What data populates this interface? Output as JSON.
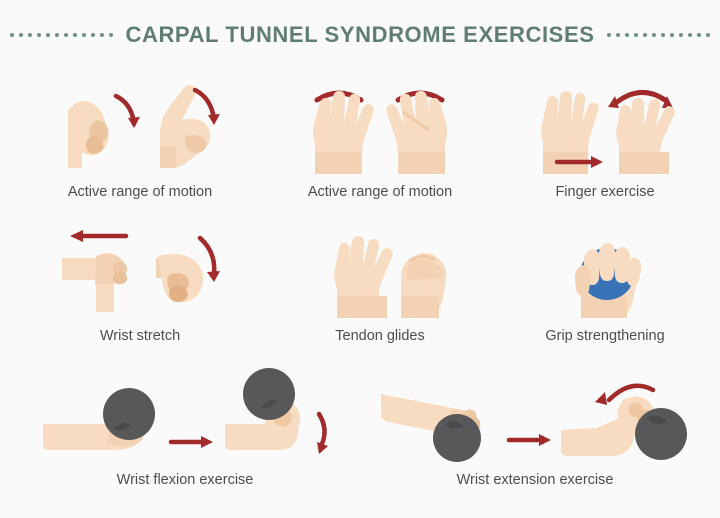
{
  "poster": {
    "title": "CARPAL TUNNEL SYNDROME EXERCISES",
    "background_color": "#fafafa",
    "title_color": "#5f7d74",
    "dot_color": "#6f9186",
    "caption_color": "#4d4d4d",
    "dots_left_count": 12,
    "dots_right_count": 12
  },
  "palette": {
    "skin_light": "#f7dcc1",
    "skin_mid": "#f0c9a4",
    "skin_dark": "#e3b086",
    "arrow_red": "#a32a2a",
    "ball_blue": "#3a72b8",
    "ball_blue_dark": "#2f5f9e",
    "weight_gray": "#58585a",
    "weight_gray_dark": "#474749"
  },
  "exercises": [
    {
      "id": "active-range-of-motion-1",
      "label": "Active range of motion",
      "row": 1,
      "column": 1,
      "icon": "hand-flex-extend-icon",
      "arrows": [
        "curved-red-arrow",
        "curved-red-arrow"
      ],
      "props": []
    },
    {
      "id": "active-range-of-motion-2",
      "label": "Active range of motion",
      "row": 1,
      "column": 2,
      "icon": "two-open-hands-icon",
      "arrows": [
        "red-arc",
        "red-arc"
      ],
      "props": []
    },
    {
      "id": "finger-exercise",
      "label": "Finger exercise",
      "row": 1,
      "column": 3,
      "icon": "fingers-spread-icon",
      "arrows": [
        "straight-red-arrow-right",
        "red-arc"
      ],
      "props": []
    },
    {
      "id": "wrist-stretch",
      "label": "Wrist stretch",
      "row": 2,
      "column": 1,
      "icon": "wrist-bend-icon",
      "arrows": [
        "straight-red-arrow-left",
        "curved-red-arrow-down"
      ],
      "props": []
    },
    {
      "id": "tendon-glides",
      "label": "Tendon glides",
      "row": 2,
      "column": 2,
      "icon": "open-hand-and-fist-icon",
      "arrows": [],
      "props": []
    },
    {
      "id": "grip-strengthening",
      "label": "Grip strengthening",
      "row": 2,
      "column": 3,
      "icon": "hand-gripping-ball-icon",
      "arrows": [],
      "props": [
        "blue-stress-ball"
      ]
    },
    {
      "id": "wrist-flexion-exercise",
      "label": "Wrist flexion exercise",
      "row": 3,
      "column": 1,
      "icon": "forearm-holding-weight-palm-up-icon",
      "arrows": [
        "straight-red-arrow-right",
        "curved-red-arrow-down"
      ],
      "props": [
        "gray-weight",
        "gray-weight"
      ]
    },
    {
      "id": "wrist-extension-exercise",
      "label": "Wrist extension exercise",
      "row": 3,
      "column": 2,
      "icon": "forearm-holding-weight-palm-down-icon",
      "arrows": [
        "straight-red-arrow-right",
        "curved-red-arrow-up"
      ],
      "props": [
        "gray-weight",
        "gray-weight"
      ]
    }
  ]
}
